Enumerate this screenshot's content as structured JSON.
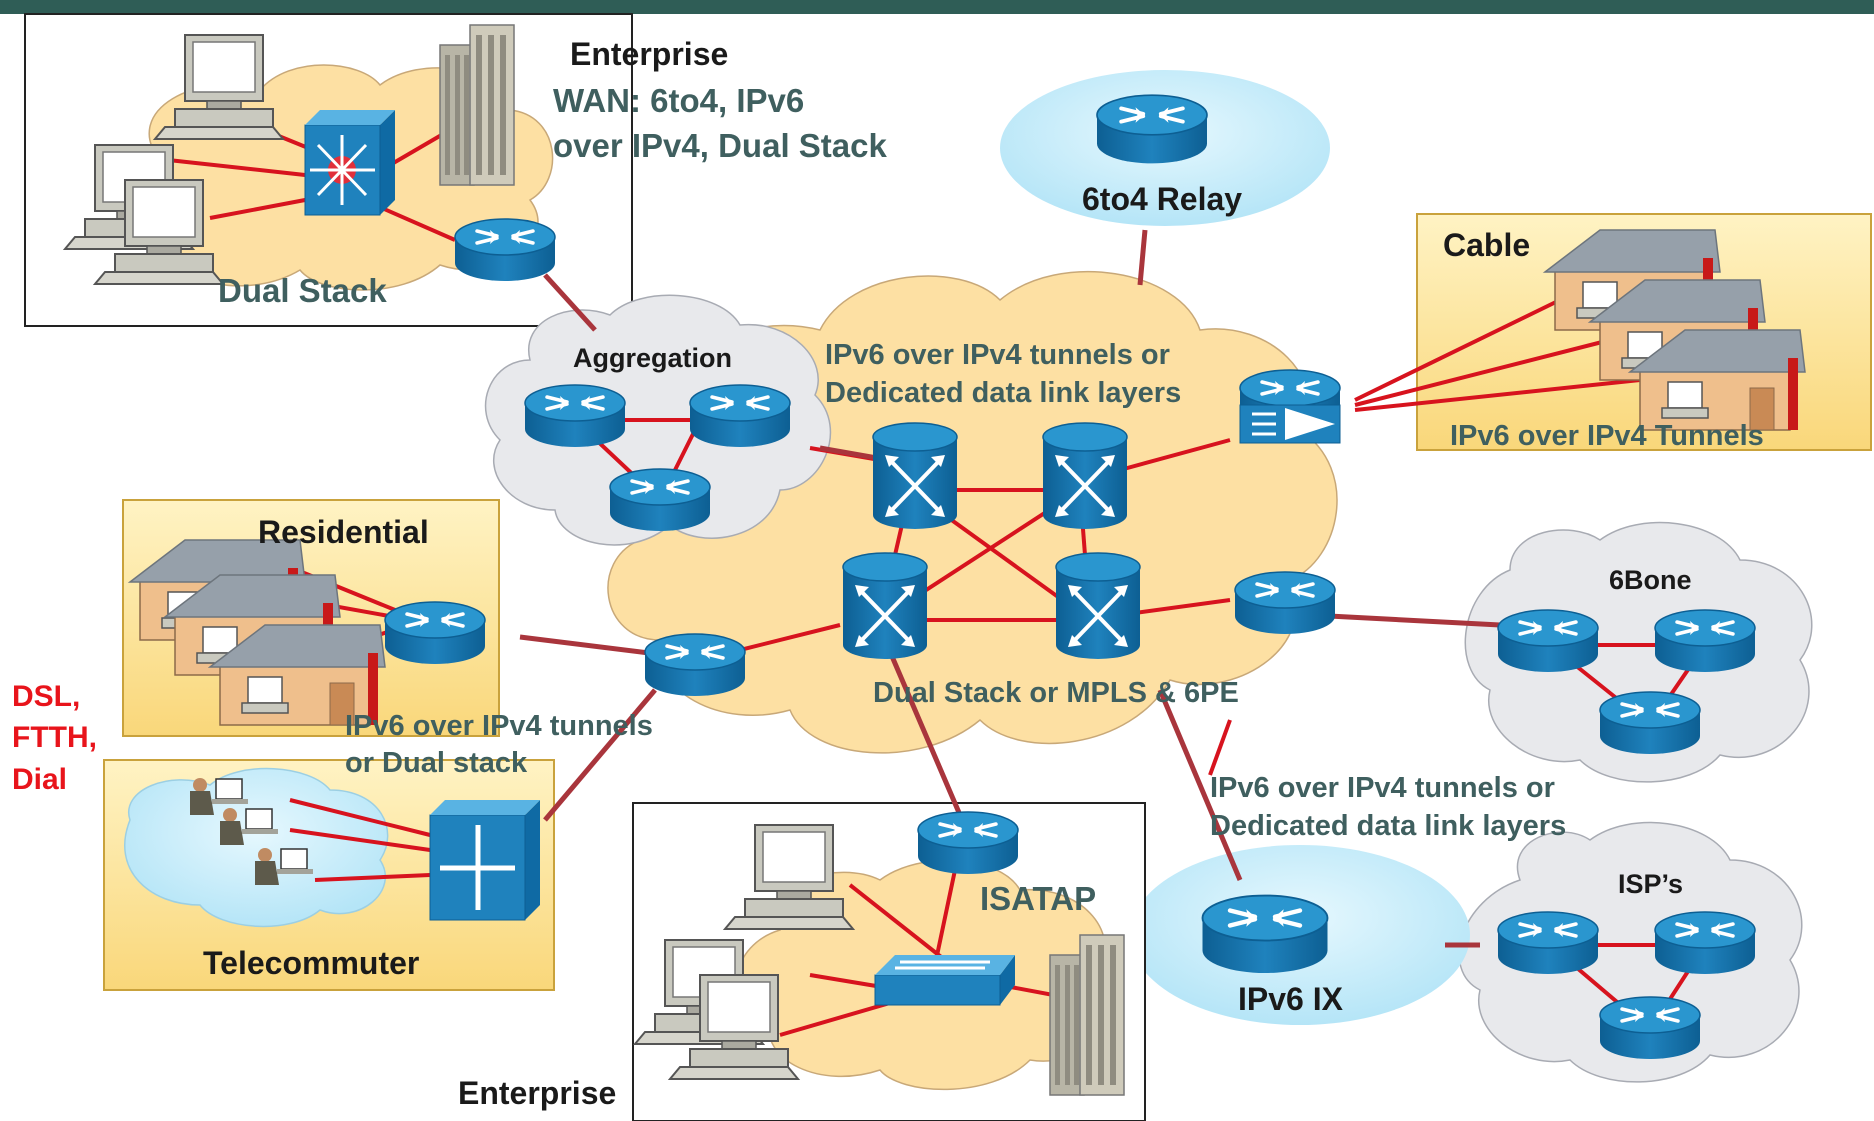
{
  "colors": {
    "top_bar": "#2f5d56",
    "link_red": "#d7131e",
    "router_blue": "#1f82bd",
    "cloud_tan": "#fde0a3",
    "cloud_gray": "#e8e9ec",
    "cloud_blue": "#cdeffb",
    "box_yellow": "#fce69a",
    "label_teal": "#3f5f5f",
    "label_red": "#e8141b"
  },
  "labels": {
    "enterprise_top": "Enterprise",
    "enterprise_wan_1": "WAN: 6to4, IPv6",
    "enterprise_wan_2": "over IPv4, Dual Stack",
    "dual_stack": "Dual Stack",
    "relay": "6to4 Relay",
    "cable": "Cable",
    "cable_tunnels": "IPv6 over IPv4 Tunnels",
    "aggregation": "Aggregation",
    "core_tunnels_1": "IPv6 over IPv4 tunnels or",
    "core_tunnels_2": "Dedicated data link layers",
    "residential": "Residential",
    "access_1": "IPv6 over IPv4 tunnels",
    "access_2": "or Dual stack",
    "dsl_1": "DSL,",
    "dsl_2": "FTTH,",
    "dsl_3": "Dial",
    "telecommuter": "Telecommuter",
    "core_mpls": "Dual Stack or MPLS & 6PE",
    "sixbone": "6Bone",
    "ix_tunnels_1": "IPv6 over IPv4 tunnels or",
    "ix_tunnels_2": "Dedicated data link layers",
    "isatap": "ISATAP",
    "ix": "IPv6 IX",
    "isps": "ISP’s",
    "enterprise_bottom": "Enterprise"
  }
}
